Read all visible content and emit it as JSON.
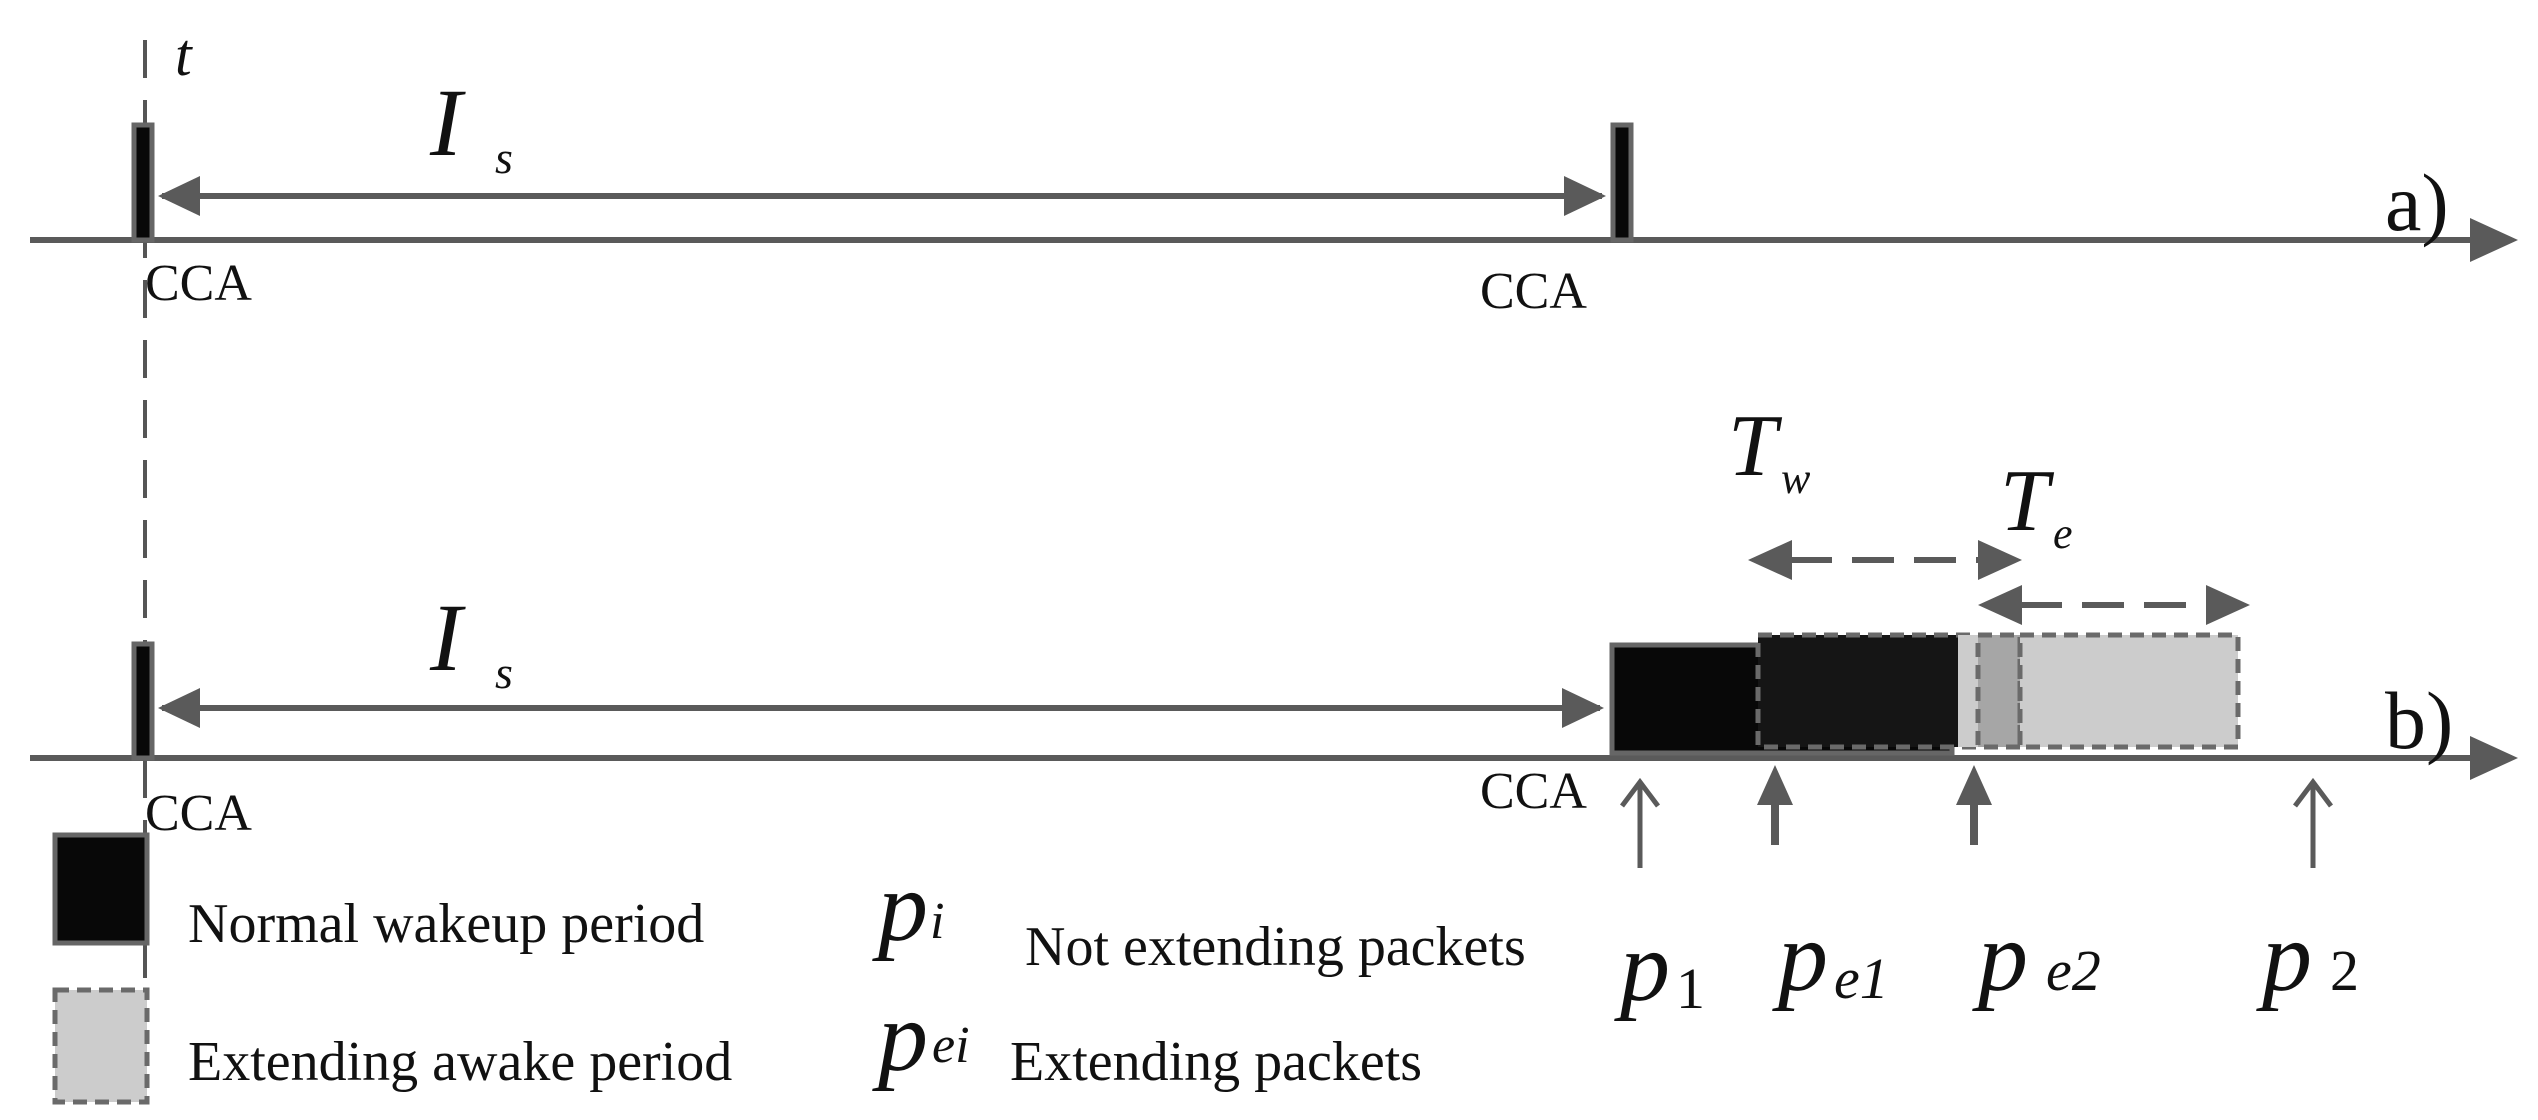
{
  "top_timeline": {
    "label": "a)",
    "t_marker": "t",
    "interval": {
      "symbol": "I",
      "subscript": "s"
    },
    "cca_left": "CCA",
    "cca_right": "CCA"
  },
  "bottom_timeline": {
    "label": "b)",
    "interval": {
      "symbol": "I",
      "subscript": "s"
    },
    "cca_left": "CCA",
    "cca_right": "CCA",
    "tw": {
      "symbol": "T",
      "subscript": "w"
    },
    "te": {
      "symbol": "T",
      "subscript": "e"
    },
    "packets": [
      {
        "symbol": "p",
        "subscript": "1"
      },
      {
        "symbol": "p",
        "subscript": "e1"
      },
      {
        "symbol": "p",
        "subscript": "e2"
      },
      {
        "symbol": "p",
        "subscript": "2"
      }
    ]
  },
  "legend": {
    "normal_wakeup": "Normal wakeup period",
    "extending_awake": "Extending awake period",
    "pi_symbol": "p",
    "pi_subscript": "i",
    "pi_desc": "Not extending packets",
    "pei_symbol": "p",
    "pei_subscript": "ei",
    "pei_desc": "Extending packets"
  },
  "colors": {
    "axis": "#5a5a5a",
    "normal_fill": "#080808",
    "extend_fill": "#cccccc",
    "dash_stroke": "#6a6a6a",
    "text": "#111111"
  }
}
